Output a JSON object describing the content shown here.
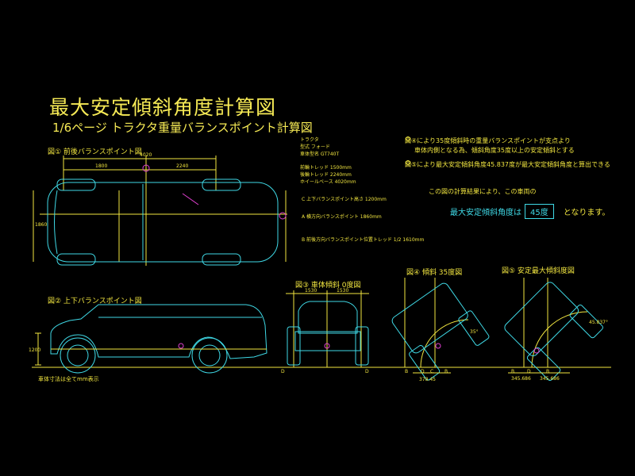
{
  "header": {
    "title": "最大安定傾斜角度計算図",
    "subtitle": "1/6ページ トラクタ重量バランスポイント計算図"
  },
  "figures": {
    "fig1": "図① 前後バランスポイント図",
    "fig2": "図② 上下バランスポイント図",
    "fig3": "図③ 車体傾斜 0度図",
    "fig4": "図④ 傾斜 35度図",
    "fig5": "図⑤ 安定最大傾斜度図"
  },
  "specs": {
    "lines": [
      "トラクタ",
      "型式 フォード",
      "車体型名 GT740T",
      "前輪トレッド 1500mm",
      "後輪トレッド 2240mm",
      "ホイールベース 4020mm"
    ],
    "notes": [
      "C 上下バランスポイント高さ 1200mm",
      "A 横方向バランスポイント 1860mm",
      "B 前後方向バランスポイント位置トレッド 1/2 1610mm"
    ]
  },
  "remarks": {
    "line1": "図④により35度傾斜時の重量バランスポイントが支点より",
    "line2": "車体内側となる為、傾斜角度35度以上の安定傾斜とする",
    "line3": "図⑤により最大安定傾斜角度45.837度が最大安定傾斜角度と算出できる",
    "conclusion": "この図の計算結果により、この車両の"
  },
  "result": {
    "label": "最大安定傾斜角度は",
    "value": "45度",
    "suffix": "となります。"
  },
  "bottom_note": "車体寸法は全てmm表示",
  "dimension_labels": {
    "overall_length": "4020",
    "front_section": "1800",
    "rear_section": "2240",
    "width_dim": "1860",
    "height_dim": "1200",
    "front_view_left": "1530",
    "front_view_right": "1530",
    "left_track_a": "345.686",
    "left_track_b": "345.686",
    "lower_dim": "378.45",
    "tilt_35": "35°",
    "tilt_45": "45.837°"
  },
  "point_labels": {
    "a": "A",
    "b": "B",
    "c": "C",
    "d": "D"
  },
  "colors": {
    "background": "#000000",
    "dimension_yellow": "#f2e640",
    "vehicle_cyan": "#3fd9e6",
    "point_magenta": "#e040d0"
  }
}
